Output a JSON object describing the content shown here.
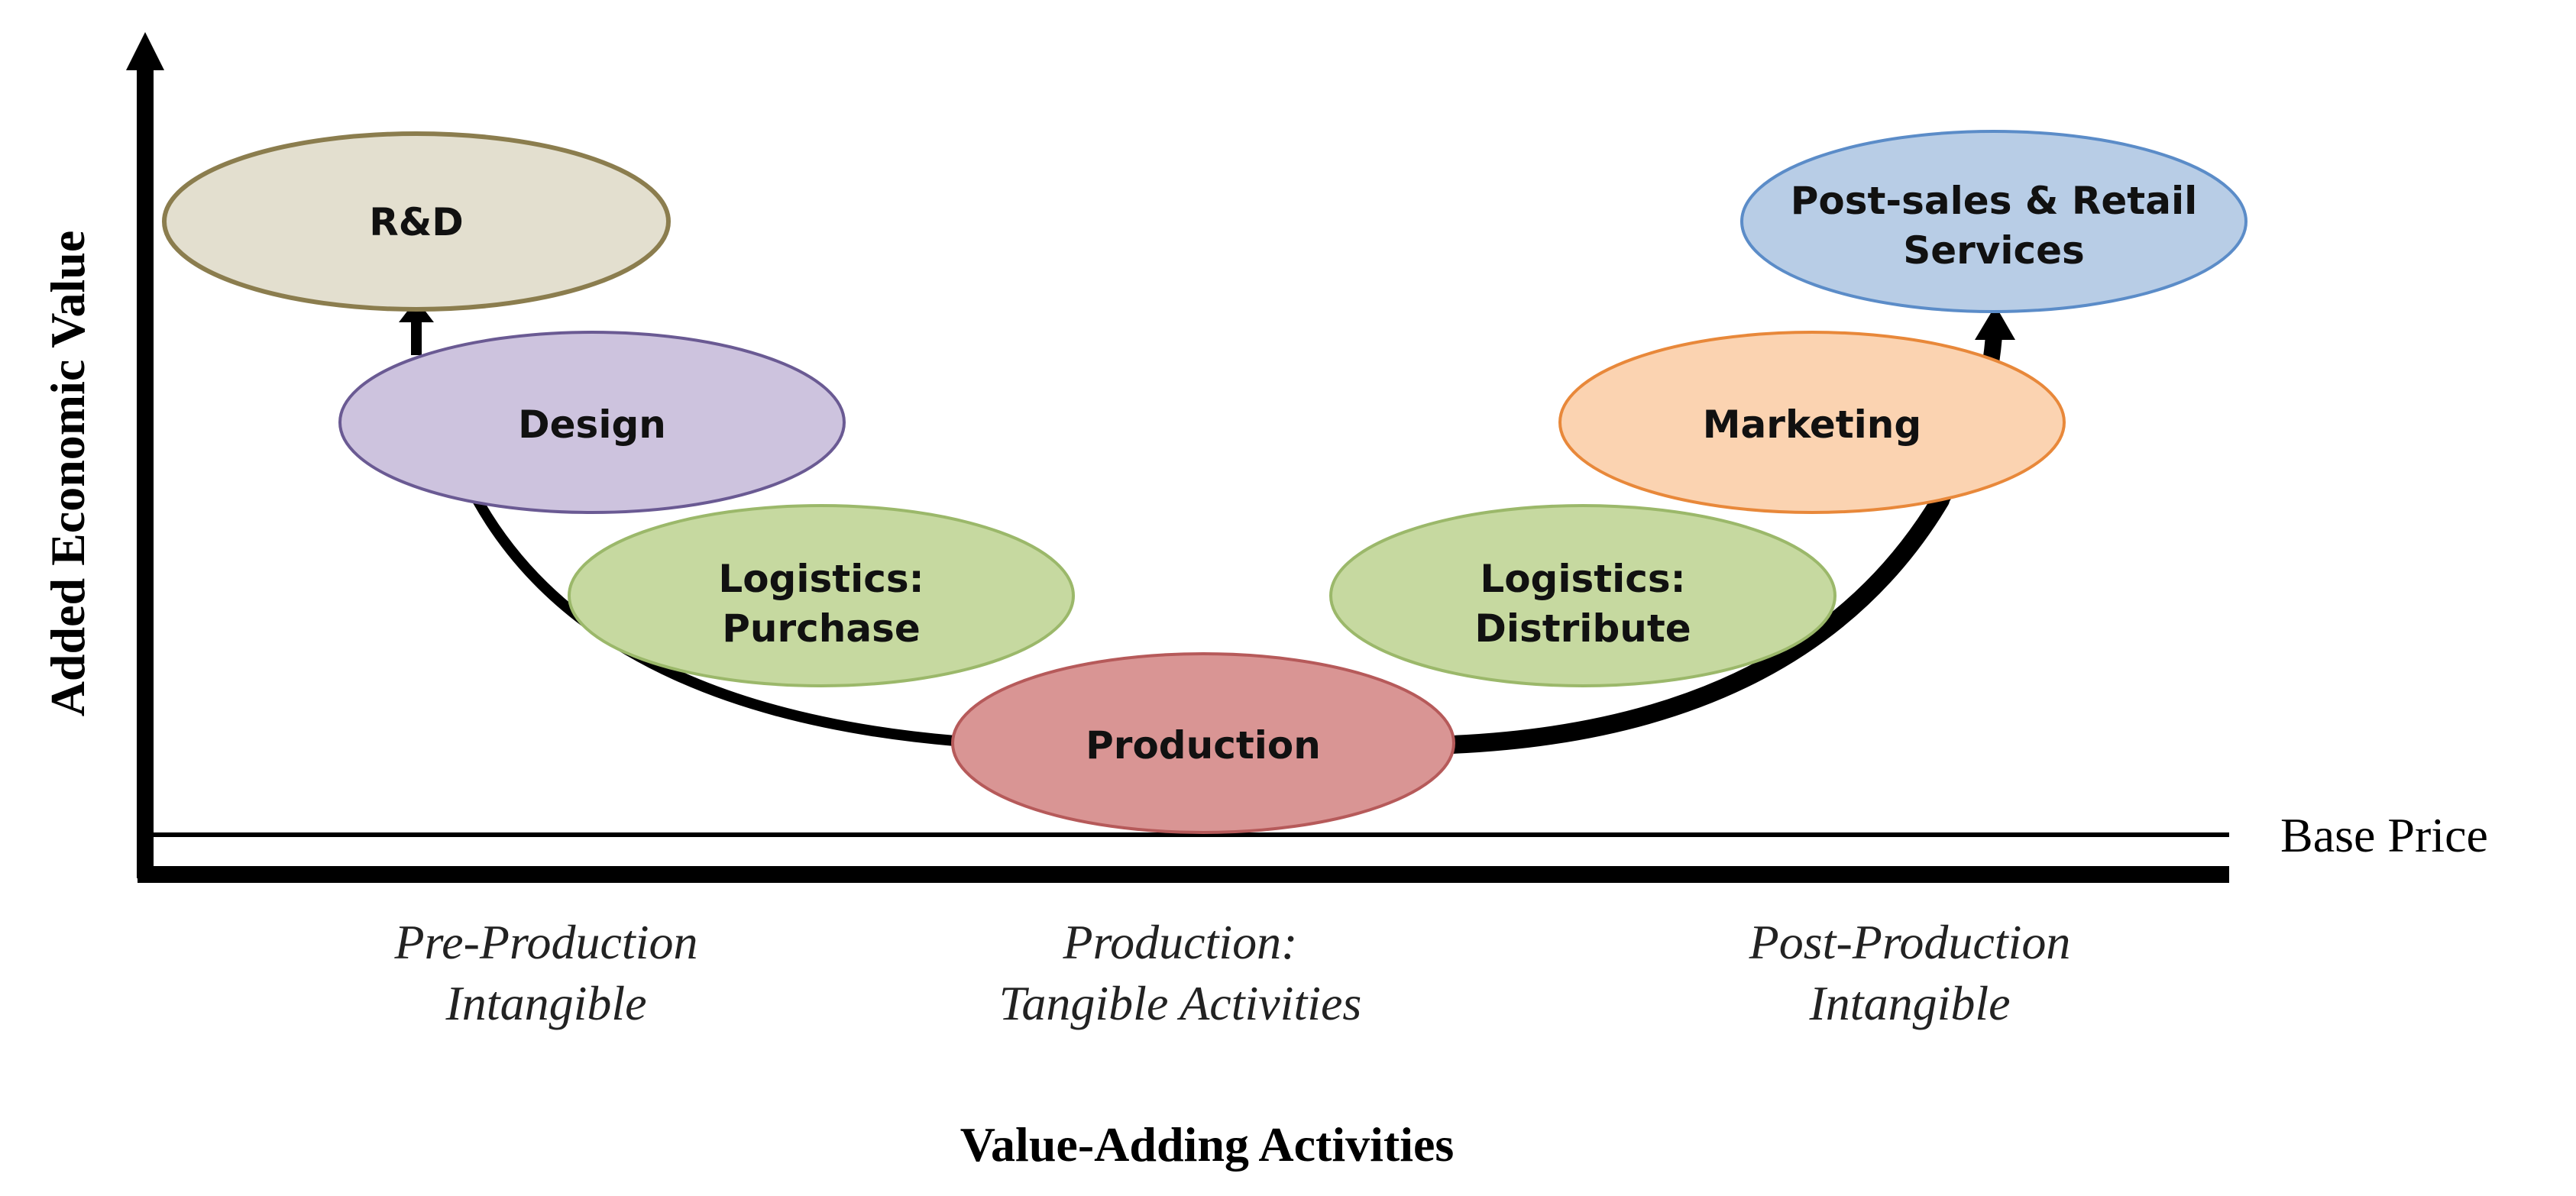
{
  "axes": {
    "y_label": "Added Economic Value",
    "x_label": "Value-Adding Activities",
    "base_label": "Base Price"
  },
  "phases": {
    "pre": {
      "line1": "Pre-Production",
      "line2": "Intangible"
    },
    "prod": {
      "line1": "Production:",
      "line2": "Tangible Activities"
    },
    "post": {
      "line1": "Post-Production",
      "line2": "Intangible"
    }
  },
  "nodes": {
    "rd": {
      "line1": "R&D",
      "fill": "#e3dfcf",
      "stroke": "#8b7d4e"
    },
    "design": {
      "line1": "Design",
      "fill": "#cdc3de",
      "stroke": "#6a5a93"
    },
    "purchase": {
      "line1": "Logistics:",
      "line2": "Purchase",
      "fill": "#c6d9a0",
      "stroke": "#9bb86a"
    },
    "production": {
      "line1": "Production",
      "fill": "#d99594",
      "stroke": "#b65a5a"
    },
    "distribute": {
      "line1": "Logistics:",
      "line2": "Distribute",
      "fill": "#c6d9a0",
      "stroke": "#9bb86a"
    },
    "marketing": {
      "line1": "Marketing",
      "fill": "#fbd3b1",
      "stroke": "#e8883a"
    },
    "postsales": {
      "line1": "Post-sales & Retail",
      "line2": "Services",
      "fill": "#b8cde6",
      "stroke": "#5b8cc8"
    }
  }
}
